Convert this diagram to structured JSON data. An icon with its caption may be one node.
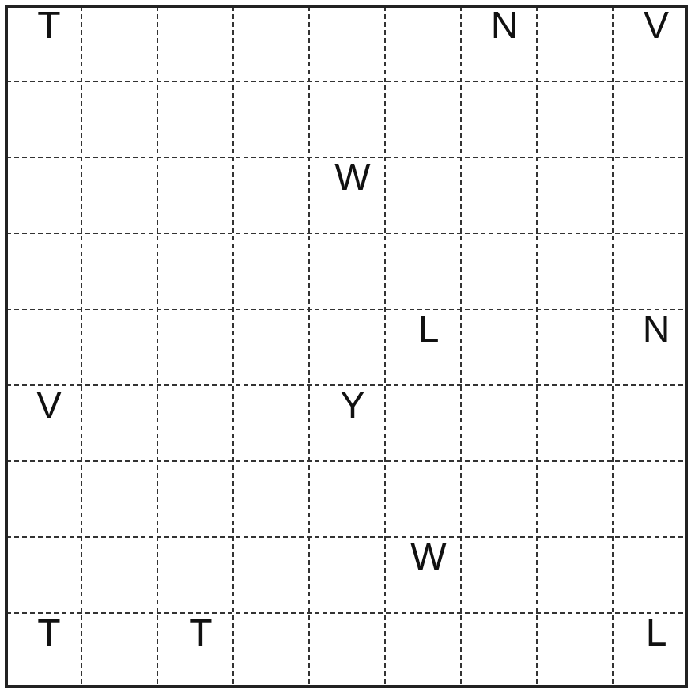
{
  "diagram": {
    "labels": [
      "T",
      "N",
      "V",
      "W",
      "L",
      "N",
      "V",
      "Y",
      "W",
      "T",
      "T",
      "L"
    ]
  }
}
